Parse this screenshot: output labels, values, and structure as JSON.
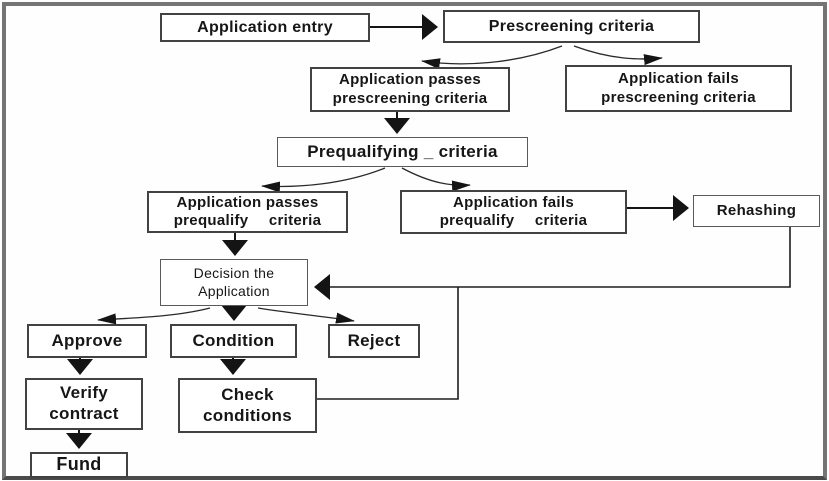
{
  "diagram": {
    "nodes": {
      "application_entry": {
        "label": "Application entry"
      },
      "prescreening_criteria": {
        "label": "Prescreening criteria"
      },
      "application_passes_prescreening": {
        "line1": "Application passes",
        "line2": "prescreening criteria"
      },
      "application_fails_prescreening": {
        "line1": "Application fails",
        "line2": "prescreening criteria"
      },
      "prequalifying_criteria": {
        "label": "Prequalifying _ criteria"
      },
      "application_passes_prequalify": {
        "line1": "Application passes",
        "line2": "prequalify criteria"
      },
      "application_fails_prequalify": {
        "line1": "Application fails",
        "line2": "prequalify criteria"
      },
      "rehashing": {
        "label": "Rehashing"
      },
      "decision_the_application": {
        "line1": "Decision the",
        "line2": "Application"
      },
      "approve": {
        "label": "Approve"
      },
      "condition": {
        "label": "Condition"
      },
      "reject": {
        "label": "Reject"
      },
      "verify_contract": {
        "line1": "Verify",
        "line2": "contract"
      },
      "check_conditions": {
        "line1": "Check",
        "line2": "conditions"
      },
      "fund": {
        "label": "Fund"
      }
    },
    "edges": [
      {
        "from": "application-entry",
        "to": "prescreening-criteria"
      },
      {
        "from": "prescreening-criteria",
        "to": "application-passes-prescreening"
      },
      {
        "from": "prescreening-criteria",
        "to": "application-fails-prescreening"
      },
      {
        "from": "application-passes-prescreening",
        "to": "prequalifying-criteria"
      },
      {
        "from": "prequalifying-criteria",
        "to": "application-passes-prequalify"
      },
      {
        "from": "prequalifying-criteria",
        "to": "application-fails-prequalify"
      },
      {
        "from": "application-fails-prequalify",
        "to": "rehashing"
      },
      {
        "from": "application-passes-prequalify",
        "to": "decision-the-application"
      },
      {
        "from": "rehashing",
        "to": "decision-the-application"
      },
      {
        "from": "check-conditions",
        "to": "decision-the-application"
      },
      {
        "from": "decision-the-application",
        "to": "approve"
      },
      {
        "from": "decision-the-application",
        "to": "condition"
      },
      {
        "from": "decision-the-application",
        "to": "reject"
      },
      {
        "from": "approve",
        "to": "verify-contract"
      },
      {
        "from": "condition",
        "to": "check-conditions"
      },
      {
        "from": "verify-contract",
        "to": "fund"
      }
    ],
    "colors": {
      "background": "#fefefe",
      "frame_border": "#757575",
      "box_border": "#424242",
      "text": "#161616",
      "arrow": "#141414"
    }
  }
}
